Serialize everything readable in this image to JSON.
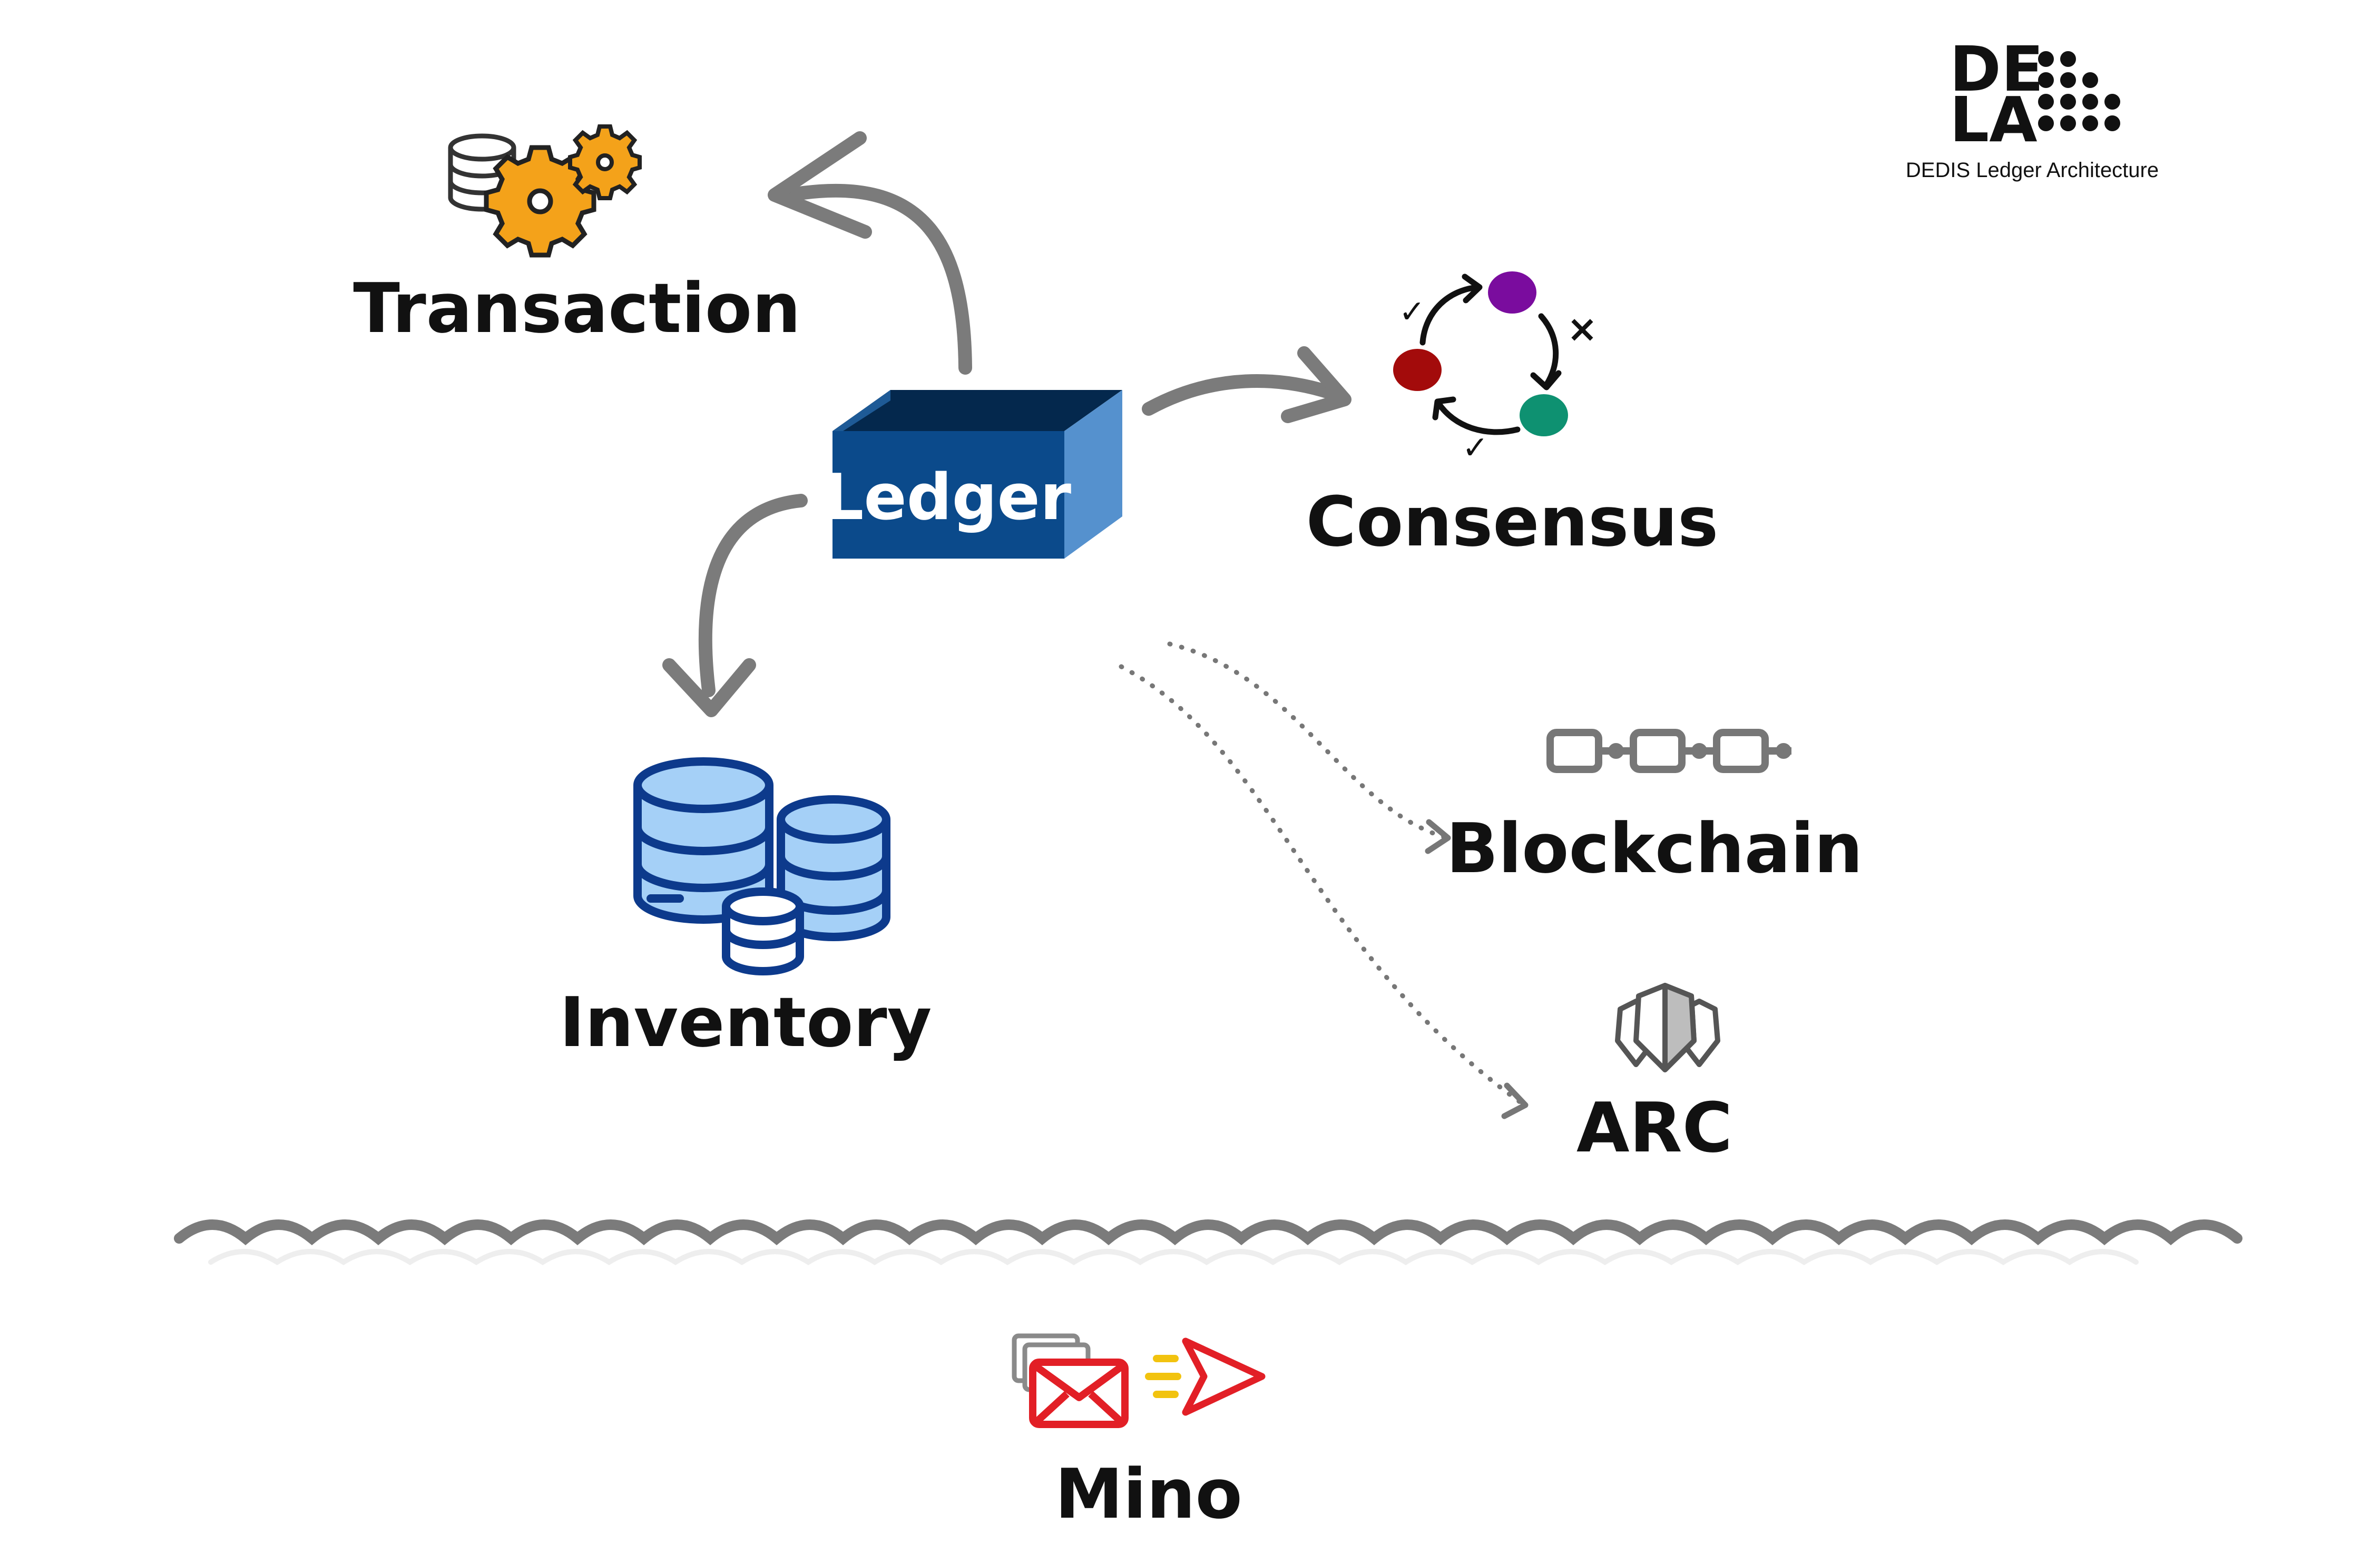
{
  "logo": {
    "line1": "DE",
    "line2": "LA",
    "subtitle": "DEDIS Ledger Architecture"
  },
  "nodes": {
    "ledger": {
      "label": "Ledger"
    },
    "transaction": {
      "label": "Transaction"
    },
    "consensus": {
      "label": "Consensus",
      "marks": [
        "✓",
        "×",
        "✓"
      ]
    },
    "inventory": {
      "label": "Inventory"
    },
    "blockchain": {
      "label": "Blockchain"
    },
    "arc": {
      "label": "ARC"
    },
    "mino": {
      "label": "Mino"
    }
  },
  "colors": {
    "ledger_front": "#0B4A8B",
    "ledger_side": "#5591CE",
    "ledger_inside": "#04284D",
    "arrow": "#7B7B7B",
    "gear": "#F4A21A",
    "database_fill": "#A5D0F7",
    "database_stroke": "#0D3A8C",
    "consensus_purple": "#7A0C9E",
    "consensus_red": "#A30B0B",
    "consensus_green": "#0E9171",
    "mail_red": "#E21F26",
    "mail_yellow": "#F2C30F",
    "wave": "#7B7B7B"
  },
  "icons": [
    "gears-database-icon",
    "ledger-box-icon",
    "consensus-cycle-icon",
    "database-stack-icon",
    "chain-icon",
    "shield-icon",
    "mail-send-icon"
  ]
}
